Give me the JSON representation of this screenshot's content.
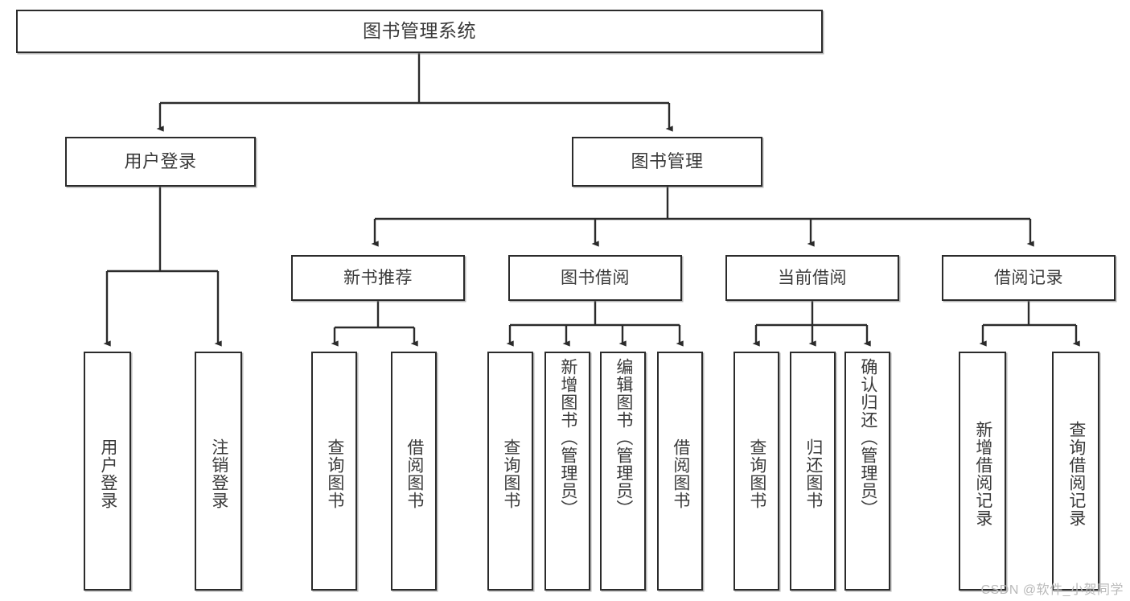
{
  "diagram": {
    "type": "hierarchy-tree",
    "title": "图书管理系统",
    "watermark": "CSDN @软件_小贺同学",
    "colors": {
      "border": "#2b2b2b",
      "text": "#3a3a3a",
      "background": "#ffffff",
      "watermark": "#b9b9b9",
      "connector": "#2b2b2b"
    },
    "nodes": {
      "root": {
        "label": "图书管理系统",
        "level": 1
      },
      "user_login": {
        "label": "用户登录",
        "level": 2
      },
      "book_manage": {
        "label": "图书管理",
        "level": 2
      },
      "new_book_rec": {
        "label": "新书推荐",
        "level": 3
      },
      "book_borrow": {
        "label": "图书借阅",
        "level": 3
      },
      "current_borrow": {
        "label": "当前借阅",
        "level": 3
      },
      "borrow_record": {
        "label": "借阅记录",
        "level": 3
      },
      "leaf_user_login": {
        "label": "用户登录",
        "level": 4
      },
      "leaf_logout": {
        "label": "注销登录",
        "level": 4
      },
      "leaf_query_book_1": {
        "label": "查询图书",
        "level": 4
      },
      "leaf_borrow_book_1": {
        "label": "借阅图书",
        "level": 4
      },
      "leaf_query_book_2": {
        "label": "查询图书",
        "level": 4
      },
      "leaf_add_book": {
        "label": "新增图书（管理员）",
        "level": 4
      },
      "leaf_edit_book": {
        "label": "编辑图书（管理员）",
        "level": 4
      },
      "leaf_borrow_book_2": {
        "label": "借阅图书",
        "level": 4
      },
      "leaf_query_book_3": {
        "label": "查询图书",
        "level": 4
      },
      "leaf_return_book": {
        "label": "归还图书",
        "level": 4
      },
      "leaf_confirm_return": {
        "label": "确认归还（管理员）",
        "level": 4
      },
      "leaf_add_record": {
        "label": "新增借阅记录",
        "level": 4
      },
      "leaf_query_record": {
        "label": "查询借阅记录",
        "level": 4
      }
    },
    "edges": [
      {
        "from": "root",
        "to": "user_login"
      },
      {
        "from": "root",
        "to": "book_manage"
      },
      {
        "from": "user_login",
        "to": "leaf_user_login"
      },
      {
        "from": "user_login",
        "to": "leaf_logout"
      },
      {
        "from": "book_manage",
        "to": "new_book_rec"
      },
      {
        "from": "book_manage",
        "to": "book_borrow"
      },
      {
        "from": "book_manage",
        "to": "current_borrow"
      },
      {
        "from": "book_manage",
        "to": "borrow_record"
      },
      {
        "from": "new_book_rec",
        "to": "leaf_query_book_1"
      },
      {
        "from": "new_book_rec",
        "to": "leaf_borrow_book_1"
      },
      {
        "from": "book_borrow",
        "to": "leaf_query_book_2"
      },
      {
        "from": "book_borrow",
        "to": "leaf_add_book"
      },
      {
        "from": "book_borrow",
        "to": "leaf_edit_book"
      },
      {
        "from": "book_borrow",
        "to": "leaf_borrow_book_2"
      },
      {
        "from": "current_borrow",
        "to": "leaf_query_book_3"
      },
      {
        "from": "current_borrow",
        "to": "leaf_return_book"
      },
      {
        "from": "current_borrow",
        "to": "leaf_confirm_return"
      },
      {
        "from": "borrow_record",
        "to": "leaf_add_record"
      },
      {
        "from": "borrow_record",
        "to": "leaf_query_record"
      }
    ]
  }
}
